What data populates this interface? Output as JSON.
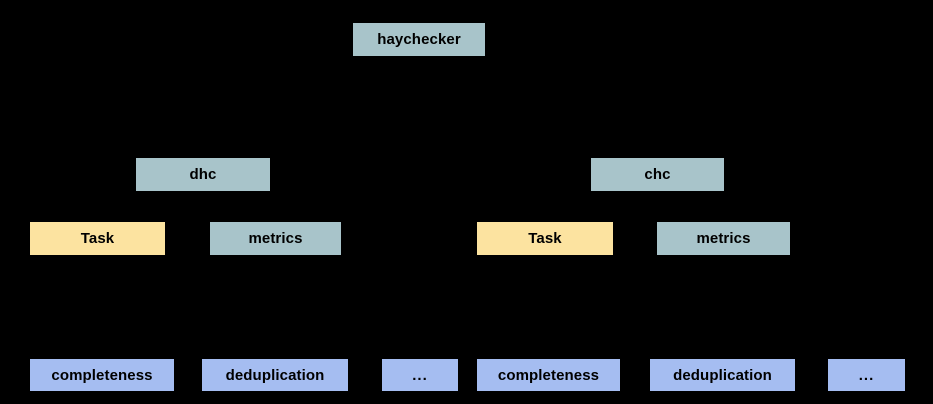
{
  "diagram": {
    "type": "tree",
    "background_color": "#000000",
    "palette": {
      "root_fill": "#a8c4ca",
      "module_fill": "#a8c4ca",
      "metrics_fill": "#a8c4ca",
      "task_fill": "#fce3a0",
      "metric_item_fill": "#a5bdf1",
      "text_color": "#000000"
    },
    "nodes": {
      "root": {
        "label": "haychecker"
      },
      "dhc": {
        "label": "dhc"
      },
      "chc": {
        "label": "chc"
      },
      "dhc_task": {
        "label": "Task"
      },
      "dhc_metrics": {
        "label": "metrics"
      },
      "chc_task": {
        "label": "Task"
      },
      "chc_metrics": {
        "label": "metrics"
      },
      "dhc_metric_1": {
        "label": "completeness"
      },
      "dhc_metric_2": {
        "label": "deduplication"
      },
      "dhc_metric_3": {
        "label": "..."
      },
      "chc_metric_1": {
        "label": "completeness"
      },
      "chc_metric_2": {
        "label": "deduplication"
      },
      "chc_metric_3": {
        "label": "..."
      }
    }
  }
}
